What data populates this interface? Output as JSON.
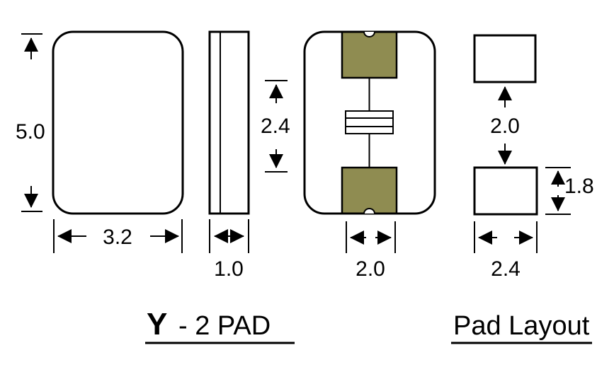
{
  "figure": {
    "type": "technical-drawing",
    "subject": "Crystal resonator package outline drawing with pad layout"
  },
  "colors": {
    "pad_fill": "#8f8c51",
    "outline": "#000000",
    "background": "#ffffff"
  },
  "views": {
    "front": {
      "height_dim": "5.0",
      "width_dim": "3.2"
    },
    "side": {
      "width_dim": "1.0"
    },
    "internal": {
      "pad_span_dim": "2.4",
      "pad_width_dim": "2.0"
    },
    "pad_layout": {
      "gap_dim": "2.0",
      "pad_height_dim": "1.8",
      "pad_width_dim": "2.4"
    }
  },
  "captions": {
    "package_letter": "Y",
    "package_suffix": "- 2 PAD",
    "pad_layout": "Pad Layout"
  }
}
